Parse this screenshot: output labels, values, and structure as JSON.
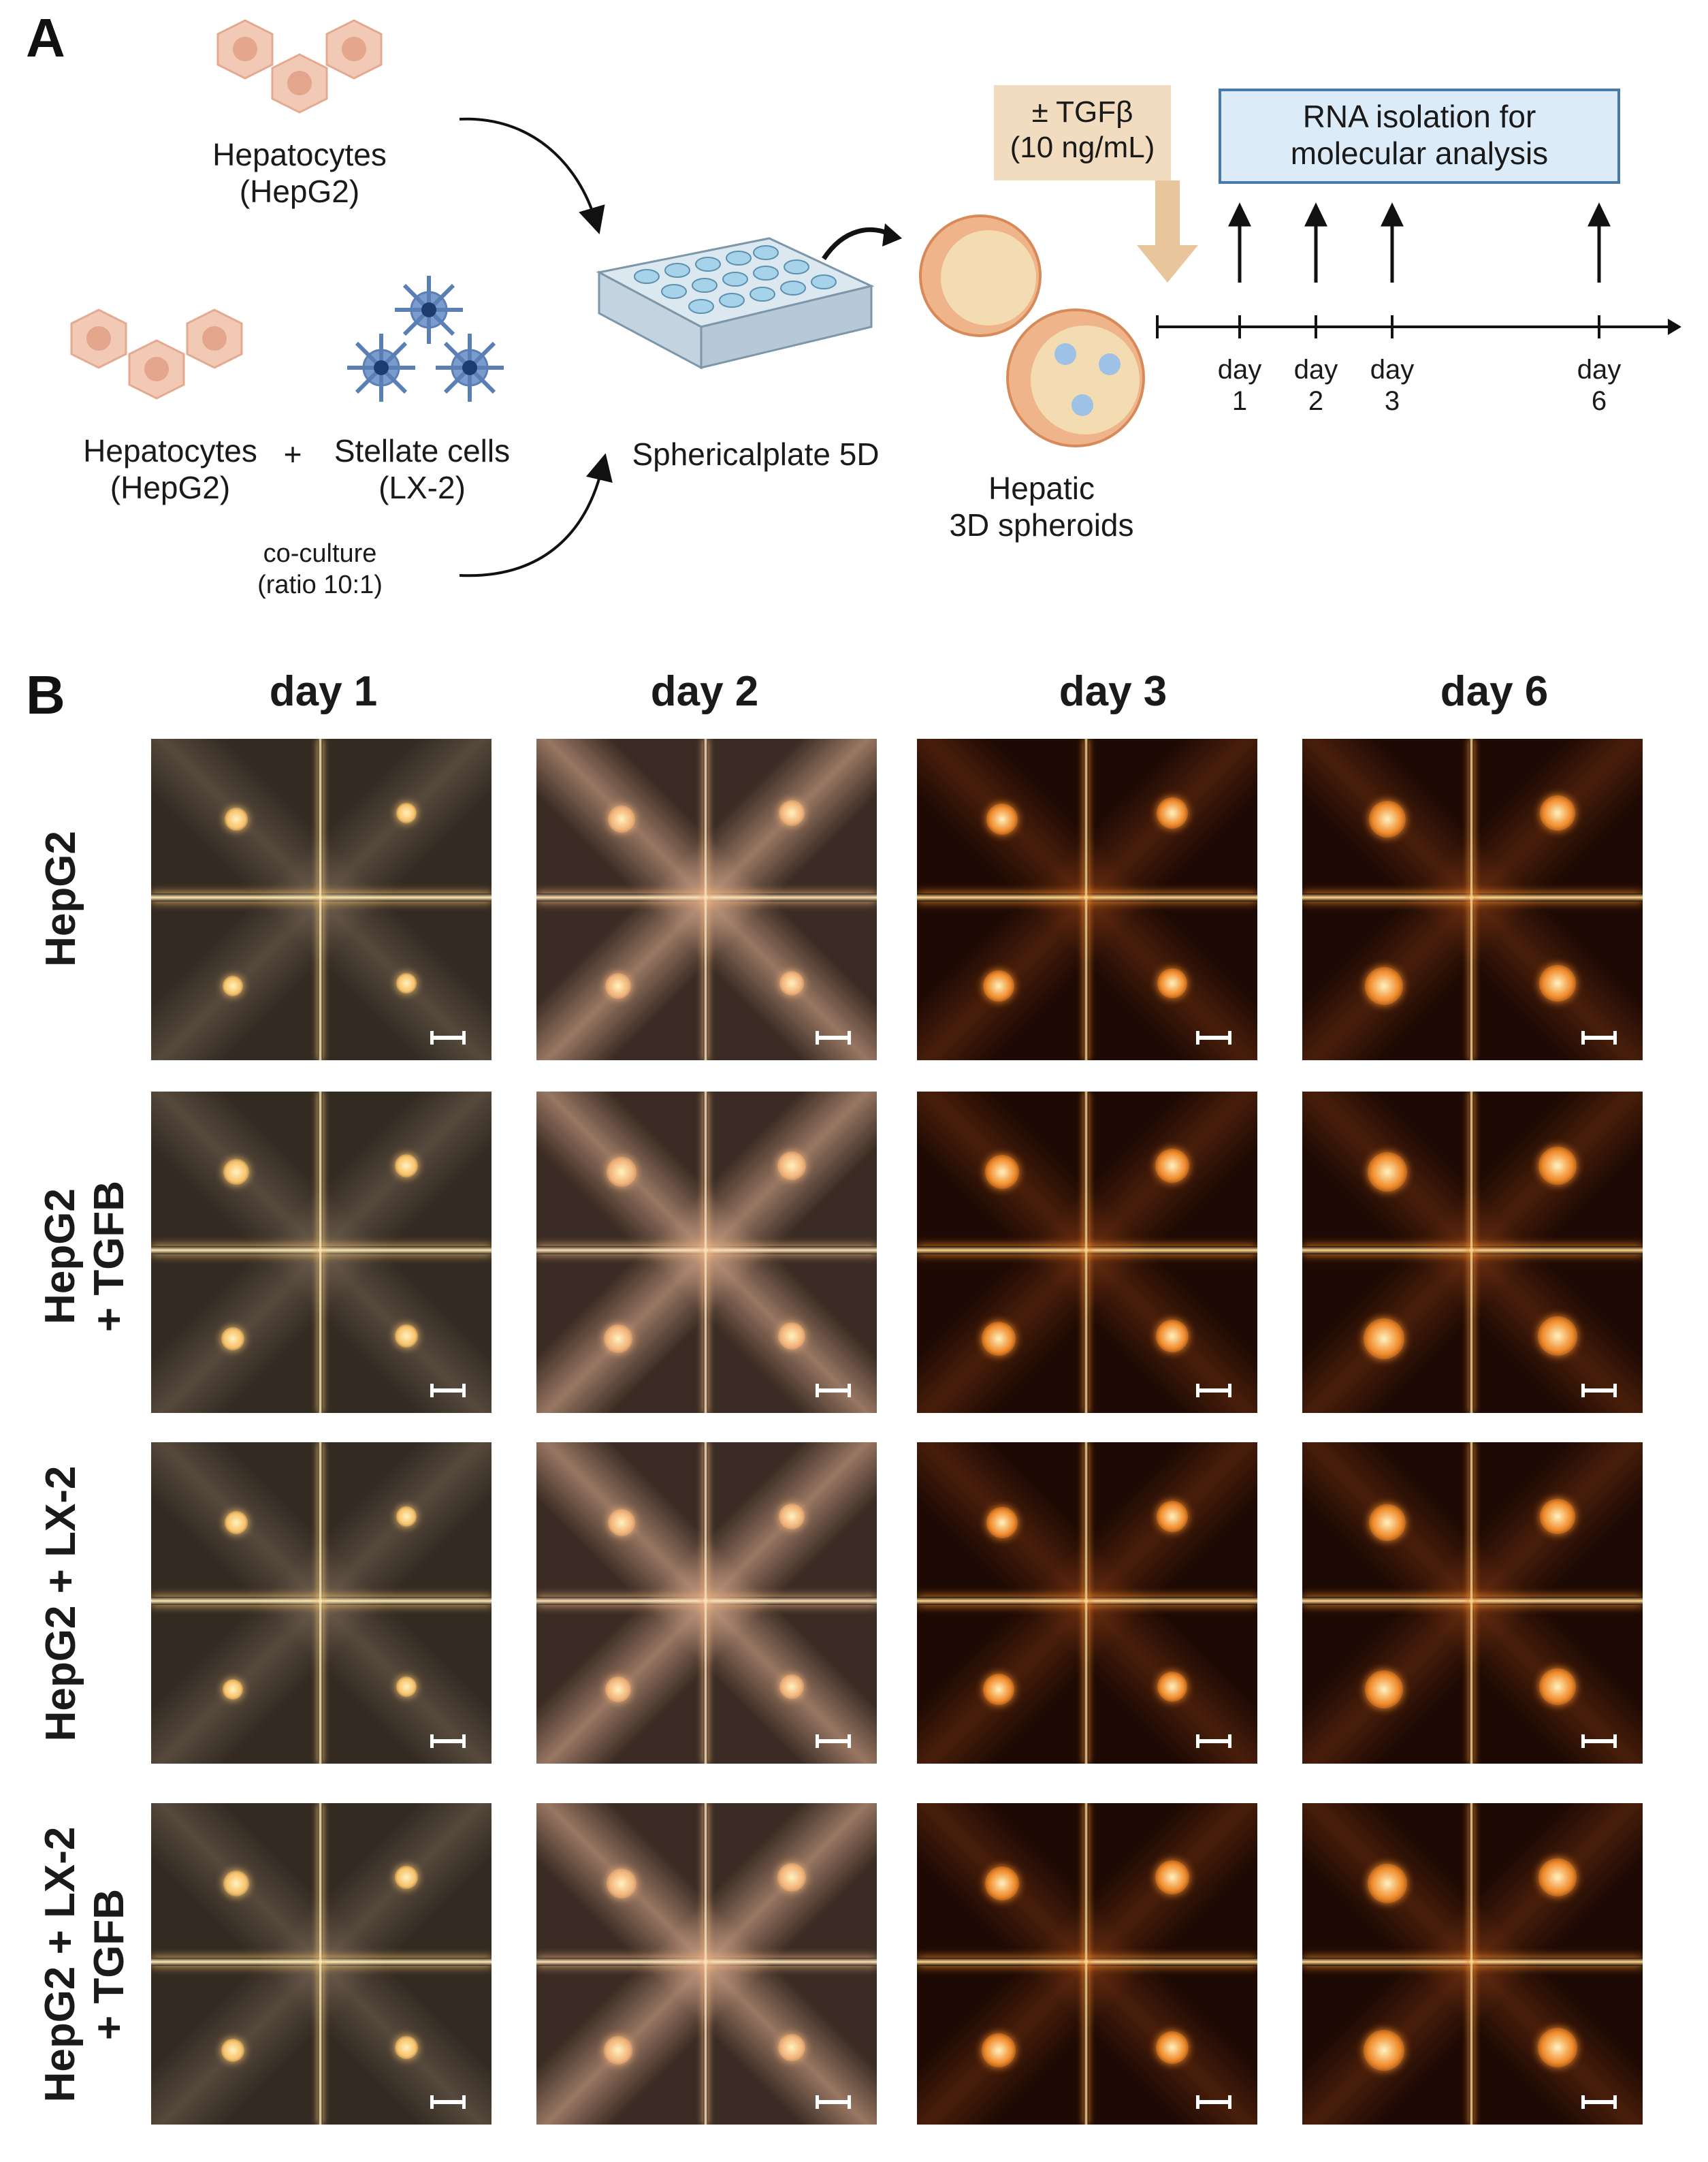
{
  "panel_a": {
    "letter": "A",
    "hepatocytes_top": "Hepatocytes\n(HepG2)",
    "hepatocytes_bottom": "Hepatocytes\n(HepG2)",
    "plus": "+",
    "stellate": "Stellate cells\n(LX-2)",
    "coculture": "co-culture\n(ratio 10:1)",
    "plate": "Sphericalplate 5D",
    "spheroids": "Hepatic\n3D spheroids",
    "tgf_box": "± TGFβ\n(10 ng/mL)",
    "rna_box": "RNA isolation for\nmolecular analysis",
    "timeline": [
      {
        "label": "day\n1"
      },
      {
        "label": "day\n2"
      },
      {
        "label": "day\n3"
      },
      {
        "label": "day\n6"
      }
    ],
    "colors": {
      "tgf_box": "#f2dcc0",
      "rna_box": "#dcebf8",
      "rna_border": "#4a78a8",
      "cell_fill": "#f1c9b5",
      "stellate": "#7a9ccc"
    }
  },
  "panel_b": {
    "letter": "B",
    "columns": [
      "day 1",
      "day 2",
      "day 3",
      "day 6"
    ],
    "rows": [
      "HepG2",
      "HepG2\n+ TGFB",
      "HepG2 + LX-2",
      "HepG2 + LX-2\n+ TGFB"
    ]
  }
}
